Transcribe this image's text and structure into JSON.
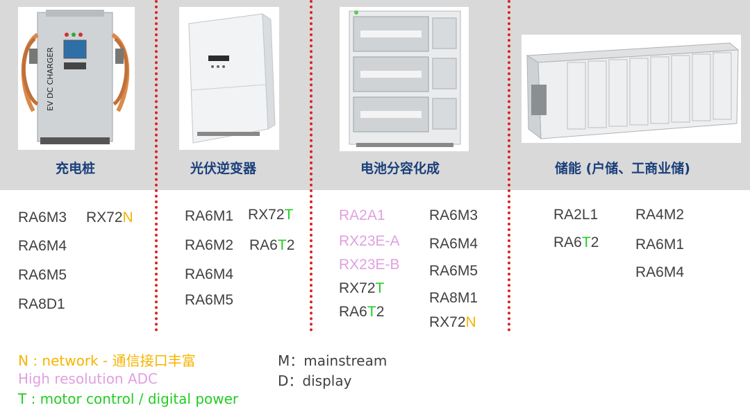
{
  "colors": {
    "band": "#d9d9d9",
    "category_text": "#1a3f7a",
    "divider": "#e02020",
    "text": "#404040",
    "network": "#f5b400",
    "adc": "#e0a0e0",
    "motor": "#22cc22"
  },
  "categories": [
    {
      "title": "充电桩",
      "image": "ev-dc-charger",
      "charger_label": "EV DC CHARGER"
    },
    {
      "title": "光伏逆变器",
      "image": "pv-inverter"
    },
    {
      "title": "电池分容化成",
      "image": "battery-formation-cabinet"
    },
    {
      "title": "储能 (户储、工商业储)",
      "image": "energy-storage-container"
    }
  ],
  "products": {
    "col1": [
      {
        "pre": "RA6M3",
        "hl": "",
        "post": "",
        "style": "normal"
      },
      {
        "pre": "RX72",
        "hl": "N",
        "post": "",
        "style": "network"
      },
      {
        "pre": "RA6M4",
        "hl": "",
        "post": "",
        "style": "normal"
      },
      {
        "pre": "RA6M5",
        "hl": "",
        "post": "",
        "style": "normal"
      },
      {
        "pre": "RA8D1",
        "hl": "",
        "post": "",
        "style": "normal"
      }
    ],
    "col2": [
      {
        "pre": "RA6M1",
        "hl": "",
        "post": "",
        "style": "normal"
      },
      {
        "pre": "RX72",
        "hl": "T",
        "post": "",
        "style": "motor"
      },
      {
        "pre": "RA6M2",
        "hl": "",
        "post": "",
        "style": "normal"
      },
      {
        "pre": "RA6",
        "hl": "T",
        "post": "2",
        "style": "motor"
      },
      {
        "pre": "RA6M4",
        "hl": "",
        "post": "",
        "style": "normal"
      },
      {
        "pre": "RA6M5",
        "hl": "",
        "post": "",
        "style": "normal"
      }
    ],
    "col3": [
      {
        "pre": "RA2A1",
        "hl": "",
        "post": "",
        "style": "adc"
      },
      {
        "pre": "RX23E-A",
        "hl": "",
        "post": "",
        "style": "adc"
      },
      {
        "pre": "RX23E-B",
        "hl": "",
        "post": "",
        "style": "adc"
      },
      {
        "pre": "RX72",
        "hl": "T",
        "post": "",
        "style": "motor"
      },
      {
        "pre": "RA6",
        "hl": "T",
        "post": "2",
        "style": "motor"
      },
      {
        "pre": "RA6M3",
        "hl": "",
        "post": "",
        "style": "normal"
      },
      {
        "pre": "RA6M4",
        "hl": "",
        "post": "",
        "style": "normal"
      },
      {
        "pre": "RA6M5",
        "hl": "",
        "post": "",
        "style": "normal"
      },
      {
        "pre": "RA8M1",
        "hl": "",
        "post": "",
        "style": "normal"
      },
      {
        "pre": "RX72",
        "hl": "N",
        "post": "",
        "style": "network"
      }
    ],
    "col4": [
      {
        "pre": "RA2L1",
        "hl": "",
        "post": "",
        "style": "normal"
      },
      {
        "pre": "RA4M2",
        "hl": "",
        "post": "",
        "style": "normal"
      },
      {
        "pre": "RA6",
        "hl": "T",
        "post": "2",
        "style": "motor"
      },
      {
        "pre": "RA6M1",
        "hl": "",
        "post": "",
        "style": "normal"
      },
      {
        "pre": "RA6M4",
        "hl": "",
        "post": "",
        "style": "normal"
      }
    ]
  },
  "legend": {
    "network": "N : network - 通信接口丰富",
    "adc": "High resolution ADC",
    "motor": "T : motor control / digital power",
    "mainstream": "M：mainstream",
    "display": "D：display"
  }
}
